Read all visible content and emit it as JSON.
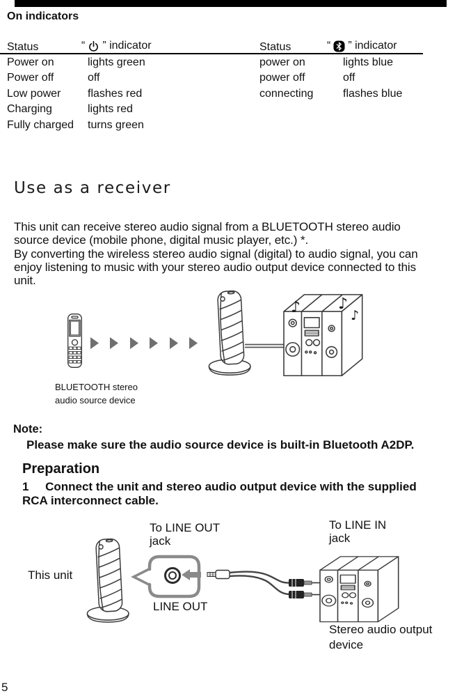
{
  "page": {
    "number": "5"
  },
  "indicators": {
    "heading": "On indicators",
    "power_table": {
      "status_header": "Status",
      "quote_open": "“",
      "quote_close_label": "” indicator",
      "icon": "power-icon",
      "rows": [
        {
          "status": "Power on",
          "value": "lights green"
        },
        {
          "status": "Power off",
          "value": "off"
        },
        {
          "status": "Low power",
          "value": "flashes red"
        },
        {
          "status": "Charging",
          "value": "lights red"
        },
        {
          "status": "Fully charged",
          "value": "turns green"
        }
      ]
    },
    "bluetooth_table": {
      "status_header": "Status",
      "quote_open": "“",
      "quote_close_label": "” indicator",
      "icon": "bluetooth-icon",
      "rows": [
        {
          "status": "power on",
          "value": "lights blue"
        },
        {
          "status": "power off",
          "value": "off"
        },
        {
          "status": "connecting",
          "value": "flashes blue"
        }
      ]
    }
  },
  "receiver_section": {
    "title": "Use as a receiver",
    "body": "This unit can receive stereo audio signal from a BLUETOOTH stereo audio\nsource device (mobile phone, digital music player, etc.) *.\nBy converting the wireless stereo audio signal (digital) to audio signal, you can\nenjoy listening to music with your stereo audio output device connected to this\nunit.",
    "music_note": "♪",
    "diagram_caption": "BLUETOOTH stereo\naudio source device"
  },
  "note": {
    "label": "Note:",
    "text": "Please make sure the audio source device is built-in Bluetooth A2DP."
  },
  "preparation": {
    "heading": "Preparation",
    "step_text": "1     Connect the unit and stereo audio output device with the supplied\nRCA interconnect cable."
  },
  "connection_diagram": {
    "to_line_out_jack": "To LINE OUT\njack",
    "to_line_in_jack": "To LINE IN\njack",
    "this_unit": "This unit",
    "line_out": "LINE OUT",
    "stereo_device": "Stereo audio output\ndevice"
  },
  "colors": {
    "text": "#111111",
    "line_black": "#000000",
    "drawing_stroke": "#3a3a3a",
    "arrow_gray": "#6f6f6f",
    "callout_gray": "#8a8a8a"
  }
}
